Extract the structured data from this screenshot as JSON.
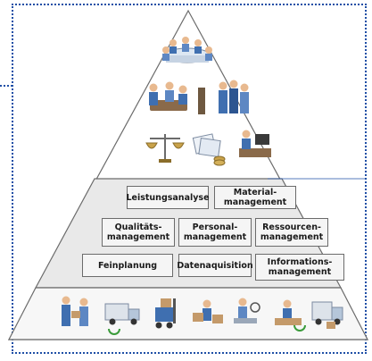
{
  "frame": {
    "border_color": "#1f4fa6"
  },
  "pyramid": {
    "fill_color": "#ffffff",
    "middle_fill": "#e9e9e9",
    "edge_color": "#6b6b6b"
  },
  "top_tier": {
    "icons": [
      "meeting-table-icon",
      "team-discussion-icon",
      "standing-group-icon",
      "scales-icon",
      "documents-coins-icon",
      "analyst-desk-icon"
    ]
  },
  "middle_tier": {
    "boxes": [
      {
        "label": "Leistungsanalyse"
      },
      {
        "label": "Material-\nmanagement"
      },
      {
        "label": "Qualitäts-\nmanagement"
      },
      {
        "label": "Personal-\nmanagement"
      },
      {
        "label": "Ressourcen-\nmanagement"
      },
      {
        "label": "Feinplanung"
      },
      {
        "label": "Datenaquisition"
      },
      {
        "label": "Informations-\nmanagement"
      }
    ]
  },
  "bottom_tier": {
    "icons": [
      "handover-icon",
      "delivery-truck-icon",
      "forklift-icon",
      "warehouse-worker-icon",
      "inspector-icon",
      "assembly-icon",
      "shipping-truck-icon"
    ]
  }
}
